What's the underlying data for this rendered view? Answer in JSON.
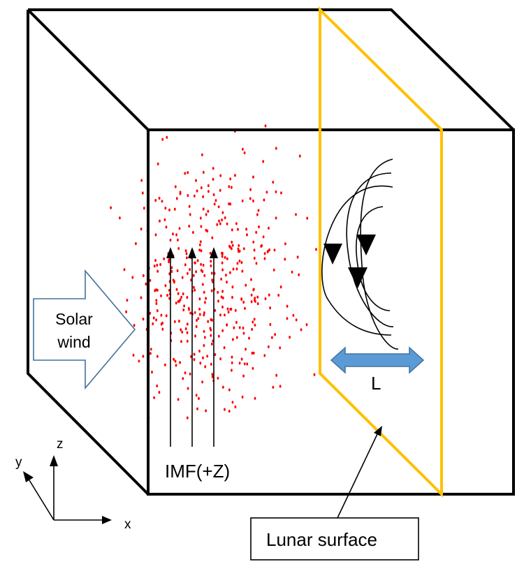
{
  "colors": {
    "box_edge": "#000000",
    "lunar_plane": "#FFC000",
    "particles": "#FF0000",
    "solar_arrow_stroke": "#41719C",
    "scale_arrow_fill": "#5B9BD5"
  },
  "labels": {
    "solar_line1": "Solar",
    "solar_line2": "wind",
    "imf": "IMF(+Z)",
    "scale": "L",
    "lunar_surface": "Lunar surface",
    "axis_x": "x",
    "axis_y": "y",
    "axis_z": "z"
  },
  "icons": {
    "solar_wind": "block-arrow-right",
    "scale": "double-headed-arrow",
    "field_lines": "magnetic-loop-arrows"
  }
}
